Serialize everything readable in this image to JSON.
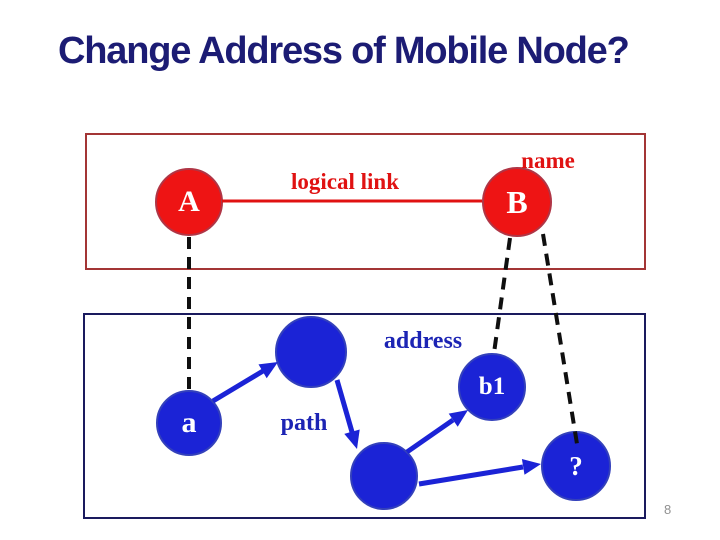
{
  "slide": {
    "title": "Change Address of Mobile Node?",
    "page_number": "8"
  },
  "name_layer": {
    "layer_label": "name",
    "node_a": "A",
    "node_b": "B",
    "link_label": "logical link"
  },
  "address_layer": {
    "layer_label": "address",
    "node_a": "a",
    "node_b1": "b1",
    "node_unknown": "?",
    "path_label": "path"
  },
  "colors": {
    "title": "#1c1c74",
    "red": "#e01212",
    "red_fill": "#ee1414",
    "blue": "#1b23d6",
    "blue_text": "#1c24b4",
    "navy_border": "#1a1a5e",
    "red_box_border": "#a33535",
    "dash": "#0f0f0f",
    "page_gray": "#919191"
  }
}
